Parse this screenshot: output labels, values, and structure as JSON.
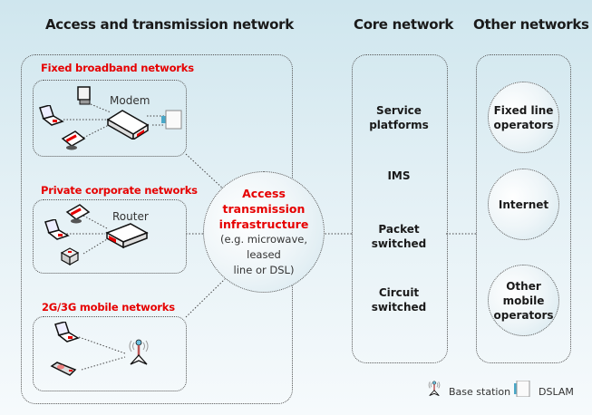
{
  "headers": {
    "access": "Access and transmission network",
    "core": "Core network",
    "other": "Other networks"
  },
  "access_groups": {
    "fixed": {
      "title": "Fixed broadband networks",
      "hub_label": "Modem"
    },
    "corporate": {
      "title": "Private corporate networks",
      "hub_label": "Router"
    },
    "mobile": {
      "title": "2G/3G mobile networks"
    }
  },
  "hub": {
    "line1": "Access",
    "line2": "transmission",
    "line3": "infrastructure",
    "sub1": "(e.g. microwave, leased",
    "sub2": "line or DSL)"
  },
  "core_items": [
    {
      "line1": "Service",
      "line2": "platforms"
    },
    {
      "line1": "IMS",
      "line2": ""
    },
    {
      "line1": "Packet",
      "line2": "switched"
    },
    {
      "line1": "Circuit",
      "line2": "switched"
    }
  ],
  "other_items": [
    {
      "line1": "Fixed line",
      "line2": "operators",
      "line3": ""
    },
    {
      "line1": "Internet",
      "line2": "",
      "line3": ""
    },
    {
      "line1": "Other",
      "line2": "mobile",
      "line3": "operators"
    }
  ],
  "legend": {
    "base_station": "Base station",
    "dslam": "DSLAM"
  },
  "colors": {
    "accent_red": "#e60000",
    "dslam_blue": "#4aa8c8"
  }
}
